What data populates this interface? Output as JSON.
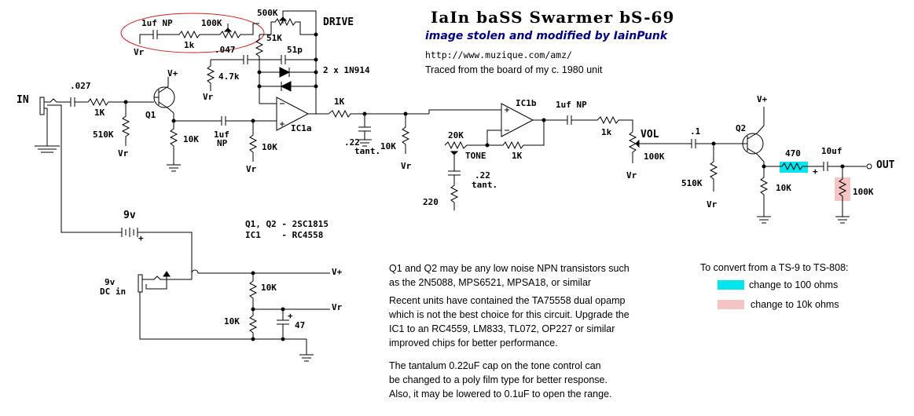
{
  "title": "IaIn baSS Swarmer  bS-69",
  "credit": "image stolen and modified by IainPunk",
  "url": "http://www.muzique.com/amz/",
  "traced": "Traced from the board of my c. 1980 unit",
  "labels": {
    "in": "IN",
    "c027": ".027",
    "r1k_in": "1K",
    "r510k_in": "510K",
    "vr_in": "Vr",
    "q1": "Q1",
    "vplus_q1": "V+",
    "r10k_q1e": "10K",
    "c1uf_np_q1": "1uf",
    "np_q1": "NP",
    "r10k_ic1a": "10K",
    "vr_ic1a": "Vr",
    "c1uf_np_fb": "1uf NP",
    "r1k_fb": "1k",
    "r100k_fb": "100K",
    "vr_fb": "Vr",
    "c047": ".047",
    "r47k": "4.7k",
    "vr_47k": "Vr",
    "r500k": "500K",
    "drive": "DRIVE",
    "r51k": "51K",
    "c51p": "51p",
    "diodes": "2 x 1N914",
    "ic1a": "IC1a",
    "r1k_out": "1K",
    "c22": ".22",
    "tant1": "tant.",
    "r10k_tone": "10K",
    "vr_tone": "Vr",
    "r20k": "20K",
    "tone": "TONE",
    "r1k_tone": "1K",
    "c22b": ".22",
    "tant2": "tant.",
    "r220": "220",
    "ic1b": "IC1b",
    "c1uf_np_out": "1uf NP",
    "r1k_vol": "1k",
    "vol": "VOL",
    "r100k_vol": "100K",
    "vr_vol": "Vr",
    "c1": ".1",
    "q2": "Q2",
    "vplus_q2": "V+",
    "r510k_q2": "510K",
    "vr_q2": "Vr",
    "r10k_q2": "10K",
    "r470": "470",
    "c10uf": "10uf",
    "plus_c10": "+",
    "out": "OUT",
    "r100k_out": "100K",
    "batt": "9v",
    "batt_plus": "+",
    "dc_in_1": "9v",
    "dc_in_2": "DC in",
    "r10k_ps1": "10K",
    "vplus_ps": "V+",
    "vr_ps": "Vr",
    "r10k_ps2": "10K",
    "c47": "47",
    "plus_c47": "+"
  },
  "parts_list": {
    "line1": "Q1, Q2 - 2SC1815",
    "line2": "IC1    - RC4558"
  },
  "notes": {
    "n1": "Q1 and Q2 may be any low noise NPN transistors such",
    "n2": "as the 2N5088, MPS6521, MPSA18, or similar",
    "n3": "Recent units have contained the TA75558 dual opamp",
    "n4": "which is not the best choice for this circuit. Upgrade the",
    "n5": "IC1 to an RC4559, LM833, TL072, OP227 or similar",
    "n6": "improved chips for better performance.",
    "n7": "The tantalum 0.22uF cap on the tone control can",
    "n8": "be changed to a poly film type for better response.",
    "n9": "Also, it may be lowered to 0.1uF to open the range."
  },
  "convert": {
    "heading": "To convert from a TS-9 to TS-808:",
    "item1": "change to 100 ohms",
    "item2": "change to 10k ohms"
  },
  "colors": {
    "title_blue": "#000080",
    "highlight_cyan": "#00e5ee",
    "highlight_pink": "#f5c4c4",
    "ellipse_red": "#d02020"
  }
}
